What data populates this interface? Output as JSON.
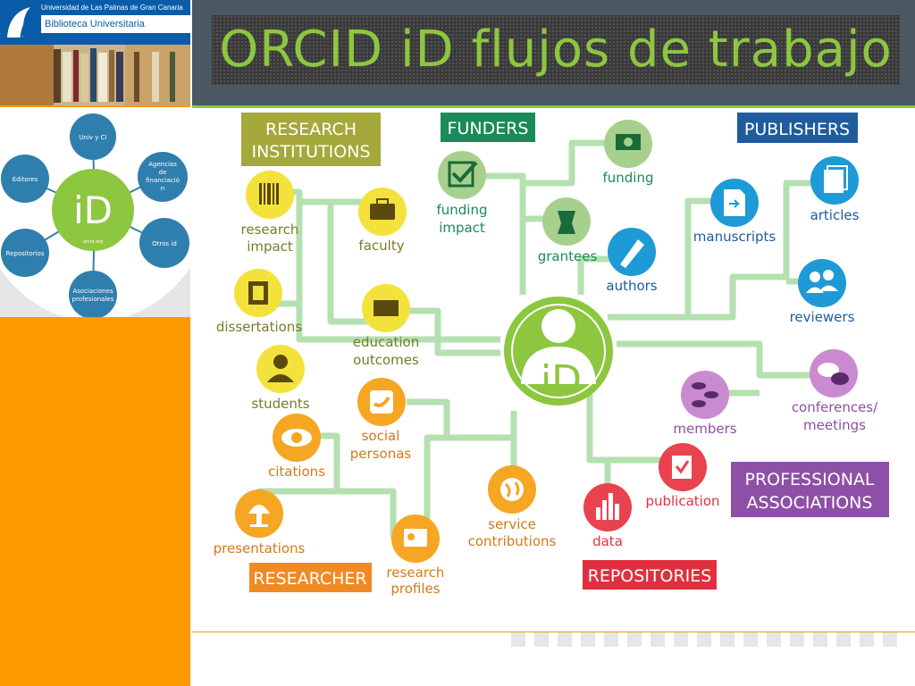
{
  "logo": {
    "university": "Universidad de Las Palmas de Gran Canaria",
    "library": "Biblioteca Universitaria"
  },
  "title": "ORCID iD flujos de trabajo",
  "mini_diagram": {
    "center_label": "iD",
    "center_sub": "orcid.org",
    "nodes": [
      "Univ  y CI",
      "Agencias de financiació n",
      "Otros id",
      "Asociaciones profesionales",
      "Repositorios",
      "Editores"
    ]
  },
  "diagram": {
    "center": "iD",
    "categories": {
      "research_institutions": [
        "RESEARCH",
        "INSTITUTIONS"
      ],
      "funders": "FUNDERS",
      "publishers": "PUBLISHERS",
      "professional_associations": [
        "PROFESSIONAL",
        "ASSOCIATIONS"
      ],
      "repositories": "REPOSITORIES",
      "researcher": "RESEARCHER"
    },
    "nodes": {
      "research_impact": [
        "research",
        "impact"
      ],
      "faculty": "faculty",
      "dissertations": "dissertations",
      "education_outcomes": [
        "education",
        "outcomes"
      ],
      "students": "students",
      "social_personas": [
        "social",
        "personas"
      ],
      "citations": "citations",
      "presentations": "presentations",
      "research_profiles": [
        "research",
        "profiles"
      ],
      "service_contributions": [
        "service",
        "contributions"
      ],
      "funding_impact": [
        "funding",
        "impact"
      ],
      "funding": "funding",
      "grantees": "grantees",
      "authors": "authors",
      "manuscripts": "manuscripts",
      "articles": "articles",
      "reviewers": "reviewers",
      "members": "members",
      "conferences": [
        "conferences/",
        "meetings"
      ],
      "publication": "publication",
      "data": "data"
    }
  },
  "colors": {
    "orange": "#ff9900",
    "header": "#4b5861",
    "title_green": "#8dc63f",
    "line_green": "#b5e0b0",
    "yellow": "#f4e23c",
    "orange_node": "#f5a623",
    "green_node": "#a8d08d",
    "blue_node": "#1e9ad6",
    "purple_node": "#c98ad0",
    "red_node": "#e8434f",
    "olive_label": "#a5a83a",
    "teal_label": "#1a8a5a",
    "navy_label": "#1f5b9e",
    "purple_label": "#8e4fa6",
    "red_label": "#e0303f",
    "orange_label": "#f08a24"
  }
}
